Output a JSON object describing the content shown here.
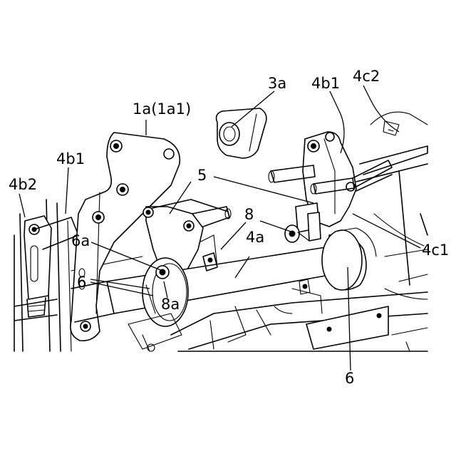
{
  "figure": {
    "labels": {
      "l_1a": "1a(1a1)",
      "l_3a": "3a",
      "l_4b1_top": "4b1",
      "l_4c2": "4c2",
      "l_4b1_left": "4b1",
      "l_4b2": "4b2",
      "l_5": "5",
      "l_8": "8",
      "l_4a": "4a",
      "l_6a": "6a",
      "l_6_left": "6",
      "l_8a": "8a",
      "l_4c1": "4c1",
      "l_6_bottom": "6"
    }
  }
}
